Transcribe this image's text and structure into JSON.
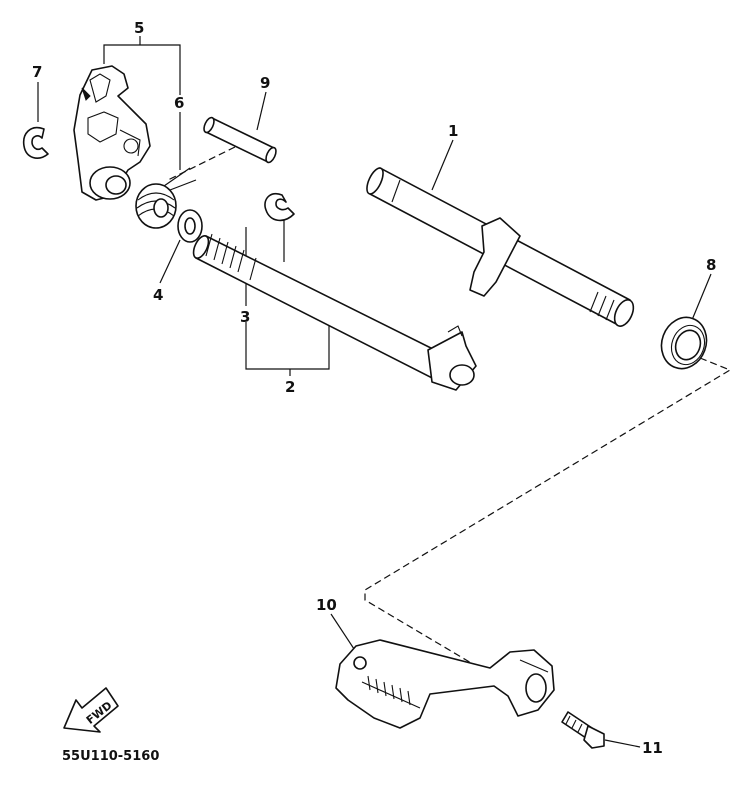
{
  "diagram": {
    "callouts": [
      "1",
      "2",
      "3",
      "4",
      "5",
      "6",
      "7",
      "8",
      "9",
      "10",
      "11"
    ],
    "drawing_code": "55U110-5160",
    "direction_arrow": "FWD",
    "icons": {
      "fwd_arrow": "fwd-arrow-icon"
    }
  }
}
